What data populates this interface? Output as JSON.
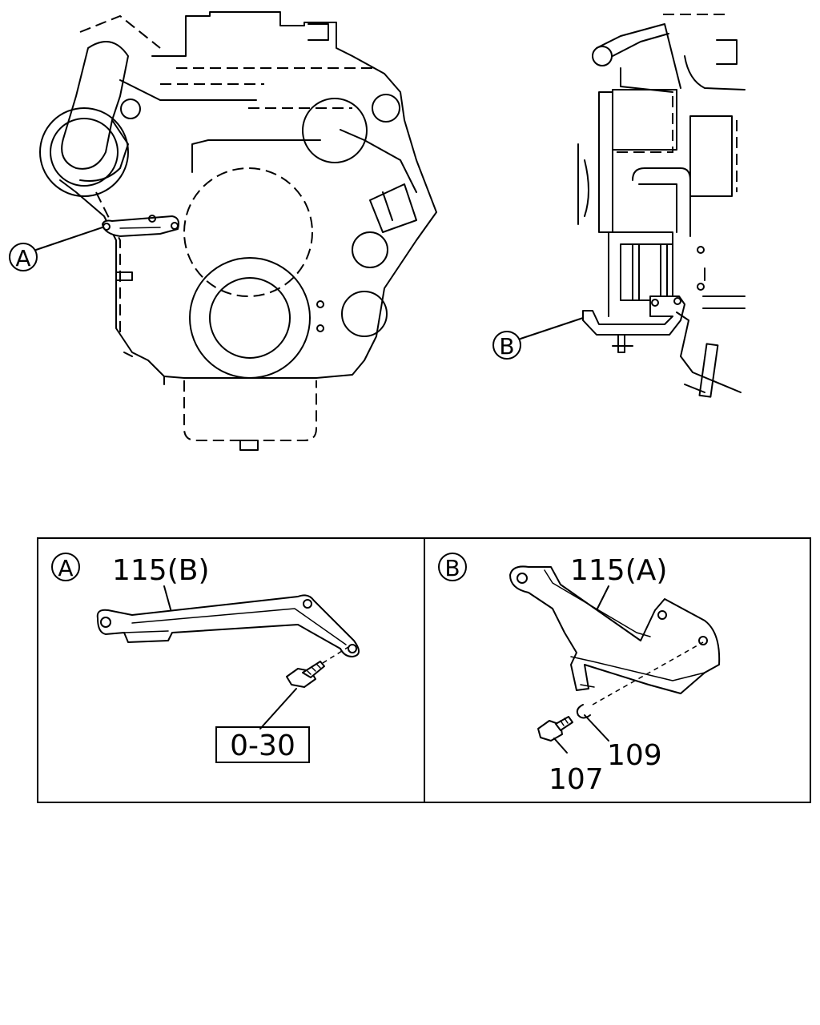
{
  "callouts": {
    "a": "A",
    "b": "B"
  },
  "panel_a": {
    "marker": "A",
    "part_label": "115(B)",
    "fastener_ref": "0-30"
  },
  "panel_b": {
    "marker": "B",
    "part_label": "115(A)",
    "bolt_label": "107",
    "washer_label": "109"
  }
}
